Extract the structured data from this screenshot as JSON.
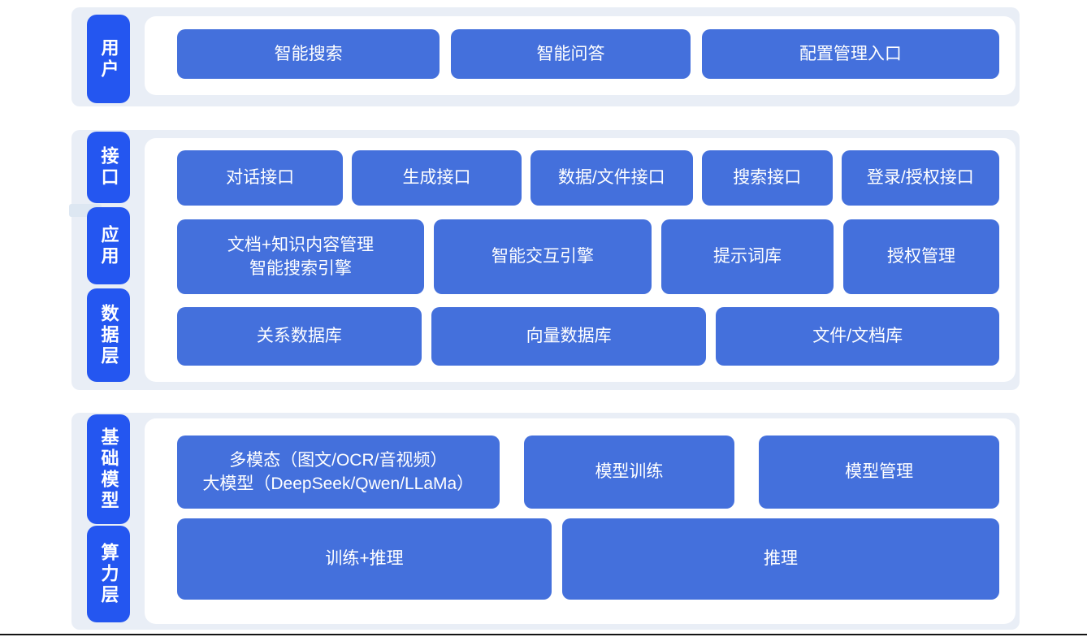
{
  "colors": {
    "page_bg": "#ffffff",
    "band_bg": "#e9eef6",
    "label_blue": "#2456f0",
    "box_blue": "#4470dc",
    "text_white": "#ffffff",
    "bottom_rule": "#141414"
  },
  "sections": [
    {
      "id": "user",
      "labels": [
        "用户"
      ],
      "rows": [
        {
          "boxes": [
            {
              "label": "智能搜索"
            },
            {
              "label": "智能问答"
            },
            {
              "label": "配置管理入口"
            }
          ]
        }
      ]
    },
    {
      "id": "middle",
      "labels": [
        "接口",
        "应用",
        "数据层"
      ],
      "rows": [
        {
          "boxes": [
            {
              "label": "对话接口"
            },
            {
              "label": "生成接口"
            },
            {
              "label": "数据/文件接口"
            },
            {
              "label": "搜索接口"
            },
            {
              "label": "登录/授权接口"
            }
          ]
        },
        {
          "boxes": [
            {
              "line1": "文档+知识内容管理",
              "line2": "智能搜索引擎"
            },
            {
              "label": "智能交互引擎"
            },
            {
              "label": "提示词库"
            },
            {
              "label": "授权管理"
            }
          ]
        },
        {
          "boxes": [
            {
              "label": "关系数据库"
            },
            {
              "label": "向量数据库"
            },
            {
              "label": "文件/文档库"
            }
          ]
        }
      ]
    },
    {
      "id": "foundation",
      "labels": [
        "基础模型",
        "算力层"
      ],
      "rows": [
        {
          "boxes": [
            {
              "line1": "多模态（图文/OCR/音视频）",
              "line2": "大模型（DeepSeek/Qwen/LLaMa）"
            },
            {
              "label": "模型训练"
            },
            {
              "label": "模型管理"
            }
          ]
        },
        {
          "boxes": [
            {
              "label": "训练+推理"
            },
            {
              "label": "推理"
            }
          ]
        }
      ]
    }
  ]
}
